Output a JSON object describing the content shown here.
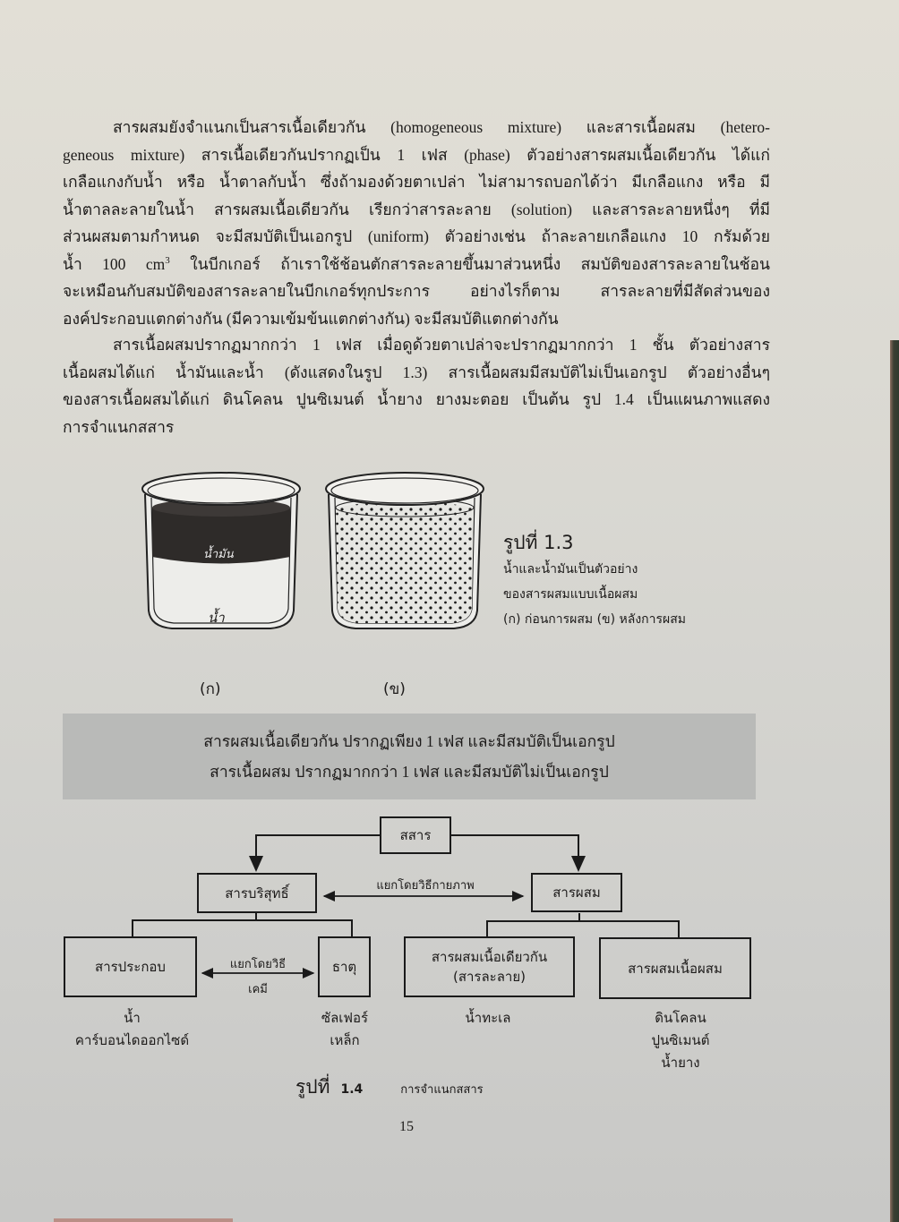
{
  "paragraphs": [
    {
      "lines": [
        "สารผสมยังจำแนกเป็นสารเนื้อเดียวกัน (homogeneous mixture) และสารเนื้อผสม (hetero-",
        "geneous mixture) สารเนื้อเดียวกันปรากฏเป็น 1 เฟส (phase) ตัวอย่างสารผสมเนื้อเดียวกัน ได้แก่",
        "เกลือแกงกับน้ำ หรือ น้ำตาลกับน้ำ ซึ่งถ้ามองด้วยตาเปล่า ไม่สามารถบอกได้ว่า มีเกลือแกง หรือ มี",
        "น้ำตาลละลายในน้ำ สารผสมเนื้อเดียวกัน เรียกว่าสารละลาย (solution) และสารละลายหนึ่งๆ ที่มี",
        "ส่วนผสมตามกำหนด จะมีสมบัติเป็นเอกรูป (uniform) ตัวอย่างเช่น ถ้าละลายเกลือแกง 10 กรัมด้วย",
        "น้ำ 100 cm",
        "ในบีกเกอร์ ถ้าเราใช้ช้อนตักสารละลายขึ้นมาส่วนหนึ่ง สมบัติของสารละลายในช้อน",
        "จะเหมือนกับสมบัติของสารละลายในบีกเกอร์ทุกประการ อย่างไรก็ตาม สารละลายที่มีสัดส่วนของ",
        "องค์ประกอบแตกต่างกัน (มีความเข้มข้นแตกต่างกัน) จะมีสมบัติแตกต่างกัน"
      ],
      "superscript": "3"
    },
    {
      "lines": [
        "สารเนื้อผสมปรากฏมากกว่า 1 เฟส เมื่อดูด้วยตาเปล่าจะปรากฏมากกว่า 1 ชั้น ตัวอย่างสาร",
        "เนื้อผสมได้แก่ น้ำมันและน้ำ (ดังแสดงในรูป 1.3) สารเนื้อผสมมีสมบัติไม่เป็นเอกรูป ตัวอย่างอื่นๆ",
        "ของสารเนื้อผสมได้แก่ ดินโคลน ปูนซิเมนต์ น้ำยาง ยางมะตอย เป็นต้น รูป 1.4 เป็นแผนภาพแสดง",
        "การจำแนกสสาร"
      ]
    }
  ],
  "figure_1_3": {
    "beaker_a": {
      "oil_label": "น้ำมัน",
      "water_label": "น้ำ",
      "caption": "(ก)"
    },
    "beaker_b": {
      "caption": "(ข)"
    },
    "title": "รูปที่ 1.3",
    "description_lines": [
      "น้ำและน้ำมันเป็นตัวอย่าง",
      "ของสารผสมแบบเนื้อผสม",
      "(ก) ก่อนการผสม (ข) หลังการผสม"
    ]
  },
  "summary_box": {
    "lines": [
      "สารผสมเนื้อเดียวกัน ปรากฏเพียง 1 เฟส และมีสมบัติเป็นเอกรูป",
      "สารเนื้อผสม ปรากฏมากกว่า 1 เฟส และมีสมบัติไม่เป็นเอกรูป"
    ]
  },
  "figure_1_4": {
    "nodes": {
      "matter": "สสาร",
      "pure_substance": "สารบริสุทธิ์",
      "mixture": "สารผสม",
      "compound": "สารประกอบ",
      "element": "ธาตุ",
      "homogeneous": "สารผสมเนื้อเดียวกัน",
      "homogeneous_sub": "(สารละลาย)",
      "heterogeneous": "สารผสมเนื้อผสม"
    },
    "edge_labels": {
      "physical": "แยกโดยวิธีกายภาพ",
      "chemical_1": "แยกโดยวิธี",
      "chemical_2": "เคมี"
    },
    "examples": {
      "compound": [
        "น้ำ",
        "คาร์บอนไดออกไซด์"
      ],
      "element": [
        "ซัลเฟอร์",
        "เหล็ก"
      ],
      "homogeneous": [
        "น้ำทะเล"
      ],
      "heterogeneous": [
        "ดินโคลน",
        "ปูนซิเมนต์",
        "น้ำยาง"
      ]
    },
    "title": "รูปที่",
    "number": "1.4",
    "description": "การจำแนกสสาร"
  },
  "page_number": "15",
  "colors": {
    "paper": "#d9d8d2",
    "summary_box": "#b9bab8",
    "ink": "#1d1b1a",
    "oil_layer": "#2e2b29"
  }
}
